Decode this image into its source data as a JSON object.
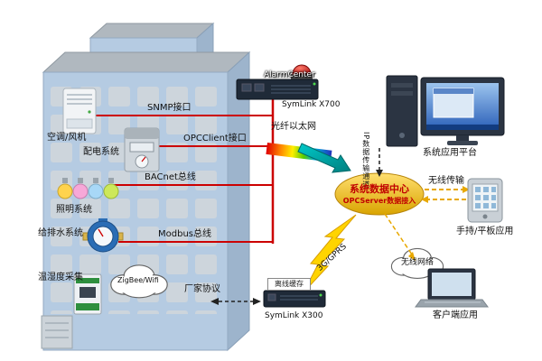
{
  "labels": {
    "hvac": "空调/风机",
    "power": "配电系统",
    "lighting": "照明系统",
    "water": "给排水系统",
    "sensor": "温湿度采集",
    "snmp": "SNMP接口",
    "opcclient": "OPCClient接口",
    "bacnet": "BACnet总线",
    "modbus": "Modbus总线",
    "zigbee": "ZigBee/Wifi",
    "vendor": "厂家协议",
    "alarm_center": "AlarmCenter",
    "symlink_x700": "SymLink X700",
    "fiber_ethernet": "光纤以太网",
    "ip_channel": "IP数据传输通道",
    "data_center_title": "系统数据中心",
    "data_center_subtitle": "OPCServer数据接入",
    "app_platform": "系统应用平台",
    "wireless_transmission": "无线传输",
    "handheld_app": "手持/平板应用",
    "wireless_network": "无线网络",
    "client_app": "客户端应用",
    "g3_gprs": "3G/GPRS",
    "offline_cache": "离线缓存",
    "symlink_x300": "SymLink X300"
  },
  "colors": {
    "building_face": "#b5cbe2",
    "building_roof": "#b0b8bf",
    "bus_line": "#cc0000",
    "data_center_fill": "#f0c000",
    "data_center_text": "#cc0000",
    "fiber_arrow": "#00a9a9",
    "wireless_link": "#e8a800"
  }
}
